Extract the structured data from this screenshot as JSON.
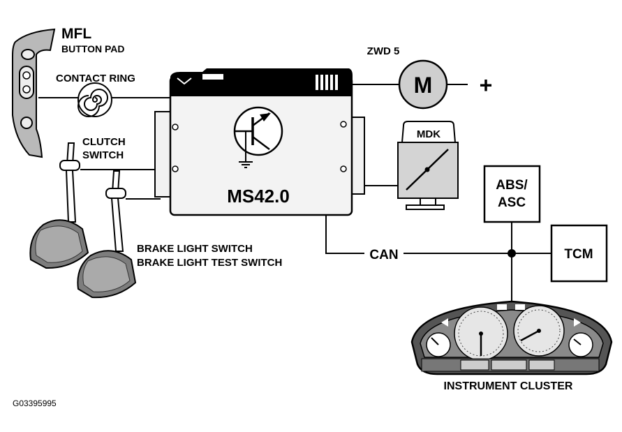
{
  "labels": {
    "mfl": "MFL",
    "button_pad": "BUTTON PAD",
    "contact_ring": "CONTACT RING",
    "clutch_switch_line1": "CLUTCH",
    "clutch_switch_line2": "SWITCH",
    "ecu": "MS42.0",
    "zwd": "ZWD 5",
    "motor": "M",
    "plus": "+",
    "mdk": "MDK",
    "abs_line1": "ABS/",
    "abs_line2": "ASC",
    "tcm": "TCM",
    "can": "CAN",
    "brake_light_switch": "BRAKE LIGHT SWITCH",
    "brake_light_test_switch": "BRAKE LIGHT TEST SWITCH",
    "instrument_cluster": "INSTRUMENT CLUSTER",
    "figure_id": "G03395995"
  }
}
